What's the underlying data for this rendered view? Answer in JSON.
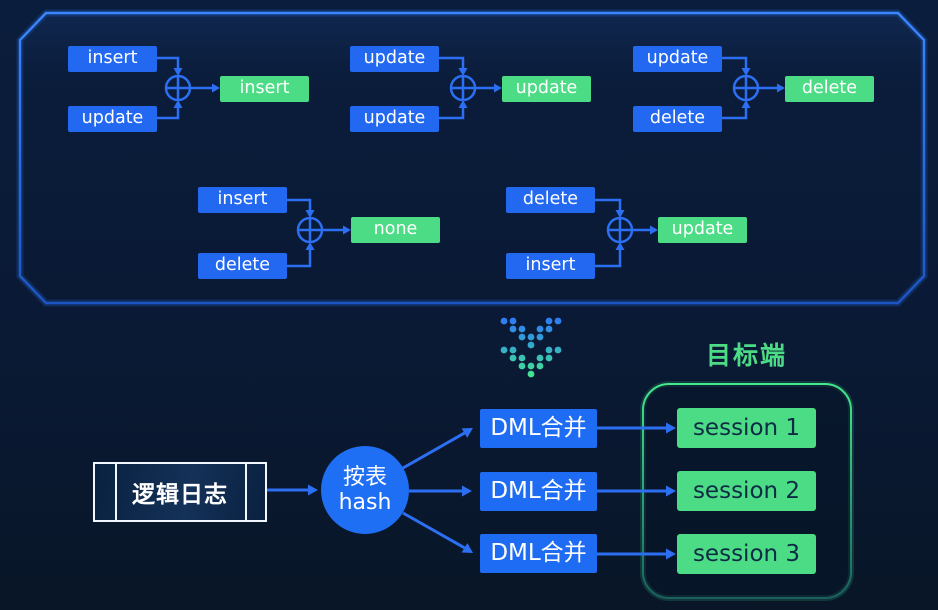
{
  "palette": {
    "background": "#0a1a35",
    "panel_border": "#2e7eff",
    "box_blue": "#2368f0",
    "box_green": "#4cdc85",
    "arrow_blue": "#2c6ff2",
    "target_border_green": "#45e88a",
    "session_text": "#0d2b45",
    "text_light": "#ffffff"
  },
  "merge_panel": {
    "cases": [
      {
        "input_top": "insert",
        "input_bottom": "update",
        "result": "insert"
      },
      {
        "input_top": "update",
        "input_bottom": "update",
        "result": "update"
      },
      {
        "input_top": "update",
        "input_bottom": "delete",
        "result": "delete"
      },
      {
        "input_top": "insert",
        "input_bottom": "delete",
        "result": "none"
      },
      {
        "input_top": "delete",
        "input_bottom": "insert",
        "result": "update"
      }
    ]
  },
  "flow": {
    "source_label": "逻辑日志",
    "hash_line1": "按表",
    "hash_line2": "hash",
    "dml_nodes": [
      {
        "label": "DML合并"
      },
      {
        "label": "DML合并"
      },
      {
        "label": "DML合并"
      }
    ],
    "target_title": "目标端",
    "sessions": [
      {
        "label": "session 1"
      },
      {
        "label": "session 2"
      },
      {
        "label": "session 3"
      }
    ]
  }
}
